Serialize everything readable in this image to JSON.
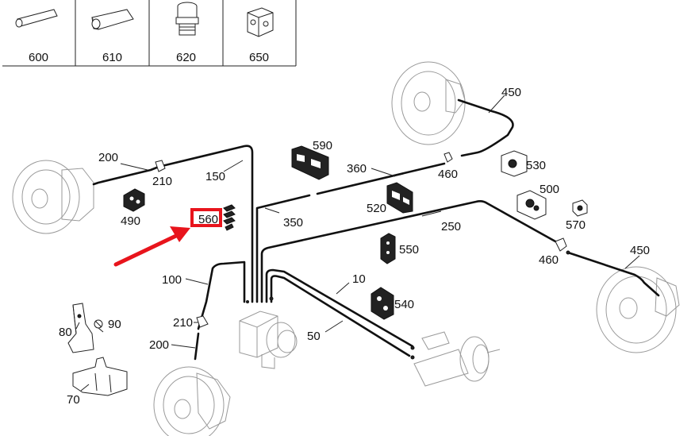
{
  "legend": [
    {
      "number": "600",
      "icon": "sleeve-icon"
    },
    {
      "number": "610",
      "icon": "hex-nut-icon"
    },
    {
      "number": "620",
      "icon": "bolt-fitting-icon"
    },
    {
      "number": "650",
      "icon": "distribution-block-icon"
    }
  ],
  "callouts": {
    "c10": "10",
    "c50": "50",
    "c70": "70",
    "c80": "80",
    "c90": "90",
    "c100": "100",
    "c150": "150",
    "c200a": "200",
    "c200b": "200",
    "c210a": "210",
    "c210b": "210",
    "c250": "250",
    "c350": "350",
    "c360": "360",
    "c450a": "450",
    "c450b": "450",
    "c460a": "460",
    "c460b": "460",
    "c490": "490",
    "c500": "500",
    "c520": "520",
    "c530": "530",
    "c540": "540",
    "c550": "550",
    "c560": "560",
    "c570": "570",
    "c590": "590"
  },
  "highlight": {
    "target": "560",
    "color": "#e8141c"
  }
}
